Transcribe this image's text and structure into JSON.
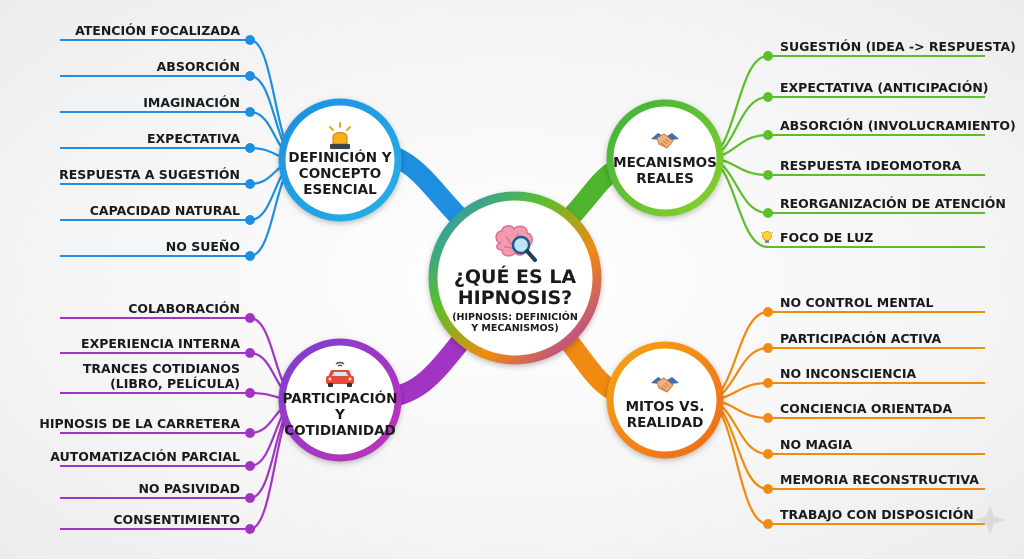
{
  "center": {
    "title_line1": "¿QUÉ ES LA",
    "title_line2": "HIPNOSIS?",
    "subtitle_line1": "(HIPNOSIS: DEFINICIÓN",
    "subtitle_line2": "Y MECANISMOS)",
    "icon": "brain-magnifier-icon"
  },
  "branches": [
    {
      "id": "definicion",
      "title_lines": [
        "DEFINICIÓN Y",
        "CONCEPTO",
        "ESENCIAL"
      ],
      "icon": "alarm-light-icon",
      "color": "#1e8fe0",
      "side": "left",
      "items": [
        {
          "label": "ATENCIÓN FOCALIZADA"
        },
        {
          "label": "ABSORCIÓN"
        },
        {
          "label": "IMAGINACIÓN"
        },
        {
          "label": "EXPECTATIVA"
        },
        {
          "label": "RESPUESTA A SUGESTIÓN"
        },
        {
          "label": "CAPACIDAD NATURAL"
        },
        {
          "label": "NO SUEÑO"
        }
      ]
    },
    {
      "id": "mecanismos",
      "title_lines": [
        "MECANISMOS",
        "REALES"
      ],
      "icon": "handshake-icon",
      "color": "#5cbf2a",
      "side": "right",
      "items": [
        {
          "label": "SUGESTIÓN (IDEA -> RESPUESTA)"
        },
        {
          "label": "EXPECTATIVA (ANTICIPACIÓN)"
        },
        {
          "label": "ABSORCIÓN (INVOLUCRAMIENTO)"
        },
        {
          "label": "RESPUESTA IDEOMOTORA"
        },
        {
          "label": "REORGANIZACIÓN DE ATENCIÓN"
        },
        {
          "label": "FOCO DE LUZ",
          "icon": "lightbulb-icon"
        }
      ]
    },
    {
      "id": "participacion",
      "title_lines": [
        "PARTICIPACIÓN",
        "Y COTIDIANIDAD"
      ],
      "icon": "car-icon",
      "color": "#a234c4",
      "side": "left",
      "items": [
        {
          "label": "COLABORACIÓN"
        },
        {
          "label": "EXPERIENCIA INTERNA"
        },
        {
          "label": "TRANCES COTIDIANOS",
          "label2": "(LIBRO, PELÍCULA)"
        },
        {
          "label": "HIPNOSIS DE LA CARRETERA"
        },
        {
          "label": "AUTOMATIZACIÓN PARCIAL"
        },
        {
          "label": "NO PASIVIDAD"
        },
        {
          "label": "CONSENTIMIENTO"
        }
      ]
    },
    {
      "id": "mitos",
      "title_lines": [
        "MITOS VS.",
        "REALIDAD"
      ],
      "icon": "handshake-icon",
      "color": "#f08a10",
      "side": "right",
      "items": [
        {
          "label": "NO CONTROL MENTAL"
        },
        {
          "label": "PARTICIPACIÓN ACTIVA"
        },
        {
          "label": "NO INCONSCIENCIA"
        },
        {
          "label": "CONCIENCIA ORIENTADA"
        },
        {
          "label": "NO MAGIA"
        },
        {
          "label": "MEMORIA RECONSTRUCTIVA"
        },
        {
          "label": "TRABAJO CON DISPOSICIÓN"
        }
      ]
    }
  ]
}
